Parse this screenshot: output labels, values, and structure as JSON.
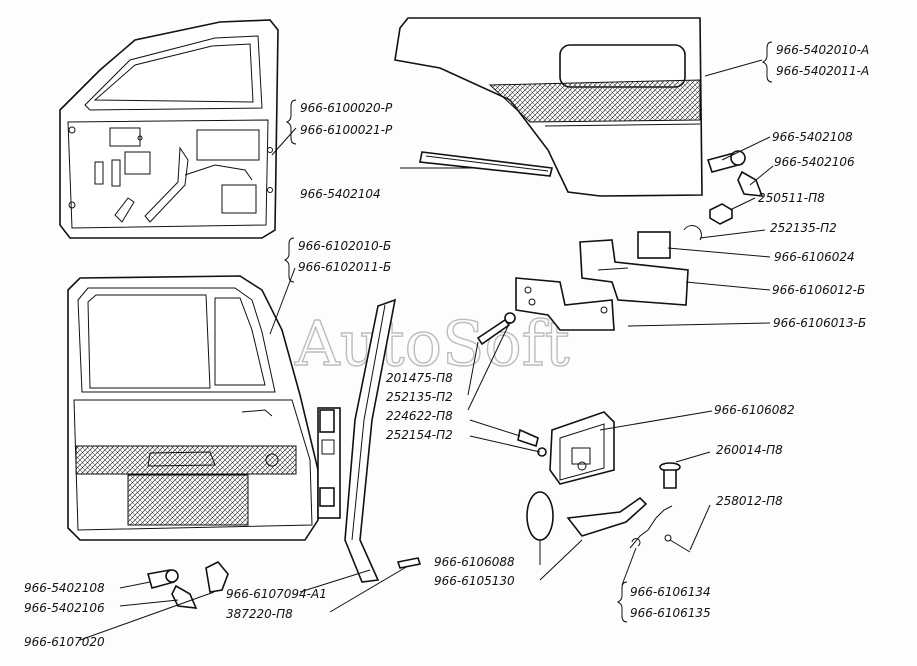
{
  "watermark": "AutoSoft",
  "labels": {
    "door_panel": [
      "966-6100020-Р",
      "966-6100021-Р"
    ],
    "door_assembly": [
      "966-6102010-Б",
      "966-6102011-Б"
    ],
    "side_panel": [
      "966-5402010-А",
      "966-5402011-А"
    ],
    "bolt_top": "966-5402108",
    "hook_top": "966-5402106",
    "nut_top": "250511-П8",
    "washer_top": "252135-П2",
    "block": "966-6106024",
    "hinge_upper": "966-6106012-Б",
    "hinge_lower": "966-6106013-Б",
    "moulding": "966-5402104",
    "bolt_201475": "201475-П8",
    "washer_252135": "252135-П2",
    "bolt_224622": "224622-П8",
    "washer_252154": "252154-П2",
    "bracket": "966-6106082",
    "pin_260014": "260014-П8",
    "cotter_258012": "258012-П8",
    "pad_and_arm": [
      "966-6106088",
      "966-6105130"
    ],
    "spring_pair": [
      "966-6106134",
      "966-6106135"
    ],
    "bolt_bottom": "966-5402108",
    "hook_bottom": "966-5402106",
    "seal": "966-6107094-А1",
    "screw_387220": "387220-П8",
    "cap_bottom": "966-6107020"
  }
}
